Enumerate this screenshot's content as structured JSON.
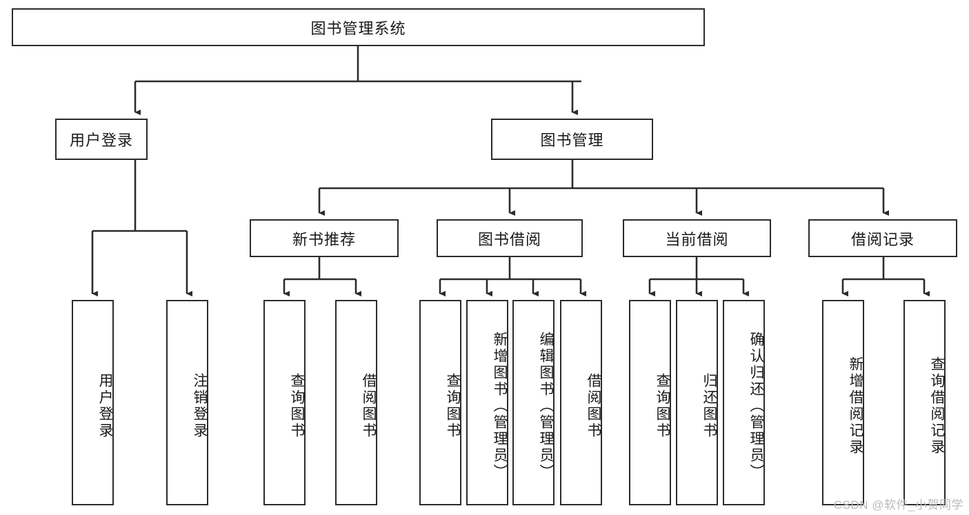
{
  "diagram": {
    "title": "图书管理系统",
    "type": "tree",
    "root": {
      "id": "root",
      "label": "图书管理系统"
    },
    "level2": [
      {
        "id": "user-login",
        "label": "用户登录"
      },
      {
        "id": "book-manage",
        "label": "图书管理"
      }
    ],
    "level3": [
      {
        "id": "new-book-recommend",
        "label": "新书推荐",
        "parent": "book-manage"
      },
      {
        "id": "book-borrow",
        "label": "图书借阅",
        "parent": "book-manage"
      },
      {
        "id": "current-borrow",
        "label": "当前借阅",
        "parent": "book-manage"
      },
      {
        "id": "borrow-record",
        "label": "借阅记录",
        "parent": "book-manage"
      }
    ],
    "leaves": [
      {
        "id": "leaf-user-login",
        "label": "用户登录",
        "parent": "user-login"
      },
      {
        "id": "leaf-logout",
        "label": "注销登录",
        "parent": "user-login"
      },
      {
        "id": "leaf-query-book-1",
        "label": "查询图书",
        "parent": "new-book-recommend"
      },
      {
        "id": "leaf-borrow-book-1",
        "label": "借阅图书",
        "parent": "new-book-recommend"
      },
      {
        "id": "leaf-query-book-2",
        "label": "查询图书",
        "parent": "book-borrow"
      },
      {
        "id": "leaf-add-book",
        "label": "新增图书（管理员）",
        "parent": "book-borrow"
      },
      {
        "id": "leaf-edit-book",
        "label": "编辑图书（管理员）",
        "parent": "book-borrow"
      },
      {
        "id": "leaf-borrow-book-2",
        "label": "借阅图书",
        "parent": "book-borrow"
      },
      {
        "id": "leaf-query-book-3",
        "label": "查询图书",
        "parent": "current-borrow"
      },
      {
        "id": "leaf-return-book",
        "label": "归还图书",
        "parent": "current-borrow"
      },
      {
        "id": "leaf-confirm-return",
        "label": "确认归还（管理员）",
        "parent": "current-borrow"
      },
      {
        "id": "leaf-add-record",
        "label": "新增借阅记录",
        "parent": "borrow-record"
      },
      {
        "id": "leaf-query-record",
        "label": "查询借阅记录",
        "parent": "borrow-record"
      }
    ],
    "colors": {
      "stroke": "#2b2b2b",
      "fill": "#ffffff",
      "text": "#1a1a1a",
      "watermark": "#b9b9b9"
    }
  },
  "watermark": {
    "text": "CSDN @软件_小贺同学"
  }
}
